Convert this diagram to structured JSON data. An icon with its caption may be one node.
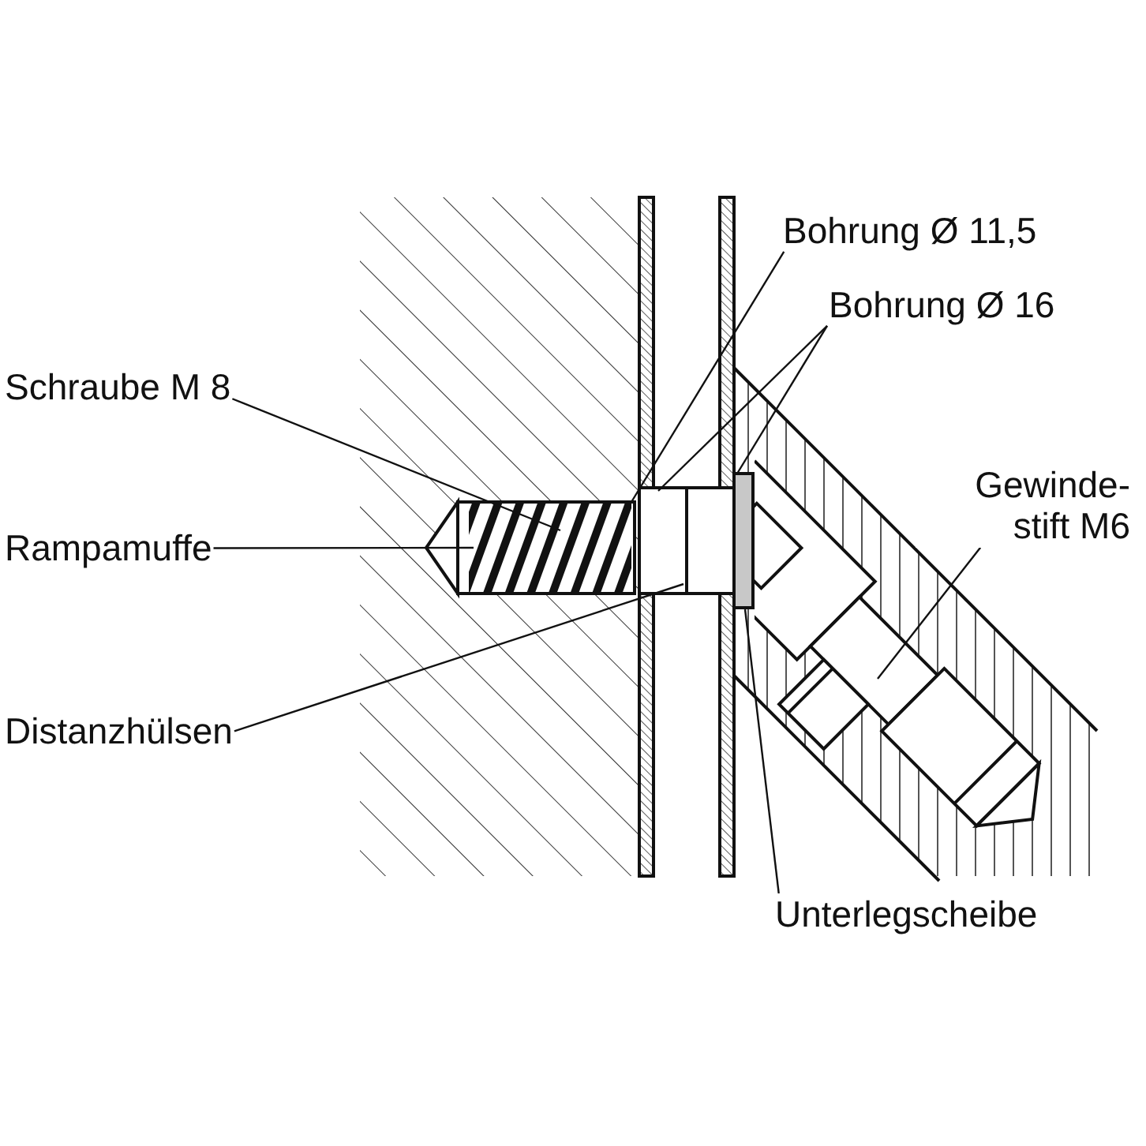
{
  "diagram": {
    "nodes": [
      {
        "text": [
          "Bohrung Ø 11,5"
        ]
      },
      {
        "text": [
          "Bohrung Ø 16"
        ]
      },
      {
        "text": [
          "Schraube M 8"
        ]
      },
      {
        "text": [
          "Rampamuffe"
        ]
      },
      {
        "text": [
          "Gewinde- stift M6"
        ]
      },
      {
        "text": [
          "Distanzhülsen"
        ]
      },
      {
        "text": [
          "Unterlegscheibe"
        ]
      }
    ],
    "edges": [
      {
        "from": 0,
        "to": null,
        "arrow": "none"
      },
      {
        "from": 1,
        "to": null,
        "arrow": "none"
      },
      {
        "from": 1,
        "to": null,
        "arrow": "none"
      },
      {
        "from": 2,
        "to": null,
        "arrow": "none"
      },
      {
        "from": 3,
        "to": null,
        "arrow": "none"
      },
      {
        "from": 4,
        "to": null,
        "arrow": "none"
      },
      {
        "from": 5,
        "to": null,
        "arrow": "none"
      },
      {
        "from": 6,
        "to": null,
        "arrow": "none"
      }
    ]
  }
}
